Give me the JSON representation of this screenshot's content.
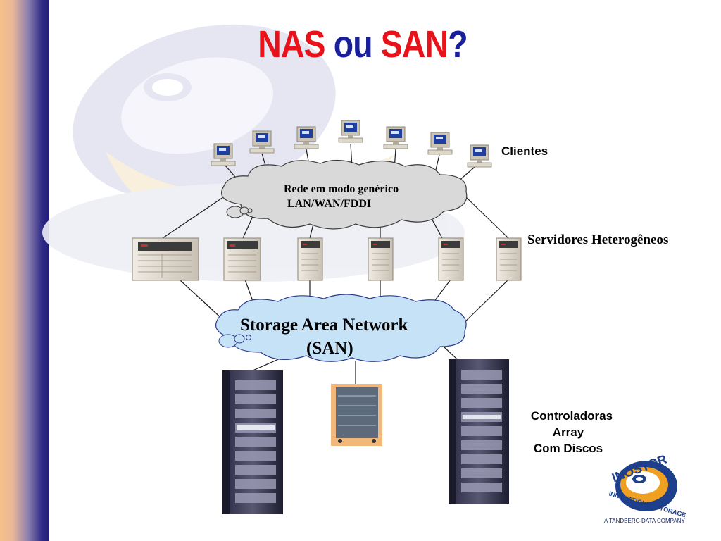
{
  "title": {
    "part1": "NAS",
    "part2": "ou",
    "part3": "SAN",
    "part4": "?"
  },
  "labels": {
    "clients": "Clientes",
    "servers": "Servidores Heterogêneos",
    "storage_line1": "Controladoras",
    "storage_line2": "Array",
    "storage_line3": "Com Discos"
  },
  "network_cloud": {
    "line1": "Rede em modo genérico",
    "line2": "LAN/WAN/FDDI"
  },
  "san_cloud": {
    "line1": "Storage Area Network",
    "line2": "(SAN)"
  },
  "logo": {
    "tagline": "A TANDBERG DATA COMPANY",
    "brand": "INOSTOR",
    "slogan": "INNOVATION IN STORAGE"
  },
  "colors": {
    "accent_red": "#e8121b",
    "accent_blue": "#1a1f9a",
    "cloud_gray": "#d9d9d9",
    "cloud_blue": "#c6e2f7",
    "sidebar": "#201c78"
  }
}
